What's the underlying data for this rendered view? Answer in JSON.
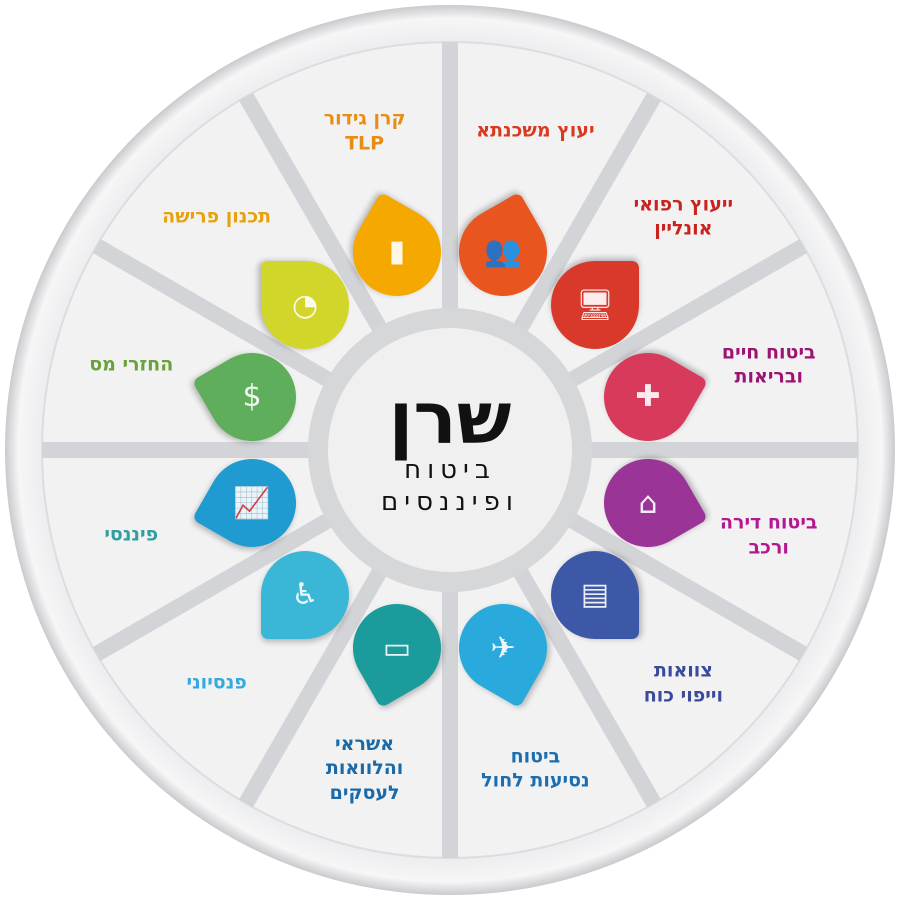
{
  "logo": {
    "name": "שרן",
    "line1": "ביטוח",
    "line2": "ופיננסים"
  },
  "items": [
    {
      "lines": [
        "יעוץ משכנתא"
      ],
      "color": "#e8551e",
      "text_color": "#d9391f",
      "icon": "meeting-icon",
      "glyph": "👥"
    },
    {
      "lines": [
        "ייעוץ רפואי",
        "אונליין"
      ],
      "color": "#d8392b",
      "text_color": "#c8231e",
      "icon": "medical-monitor-icon",
      "glyph": "🖥"
    },
    {
      "lines": [
        "ביטוח חיים",
        "ובריאות"
      ],
      "color": "#d83a5c",
      "text_color": "#9c1373",
      "icon": "health-cross-icon",
      "glyph": "✚"
    },
    {
      "lines": [
        "ביטוח דירה",
        "ורכב"
      ],
      "color": "#9a3497",
      "text_color": "#b31890",
      "icon": "house-icon",
      "glyph": "⌂"
    },
    {
      "lines": [
        "צוואות",
        "וייפוי כוח"
      ],
      "color": "#3d58a6",
      "text_color": "#3a4b9c",
      "icon": "document-icon",
      "glyph": "▤"
    },
    {
      "lines": [
        "ביטוח",
        "נסיעות לחול"
      ],
      "color": "#2aaadc",
      "text_color": "#1d6eb0",
      "icon": "airplane-icon",
      "glyph": "✈"
    },
    {
      "lines": [
        "אשראי",
        "והלוואות",
        "לעסקים"
      ],
      "color": "#1c9b9c",
      "text_color": "#1a6aa8",
      "icon": "credit-card-icon",
      "glyph": "▭"
    },
    {
      "lines": [
        "פנסיוני"
      ],
      "color": "#3ab7d6",
      "text_color": "#37a8e0",
      "icon": "rocking-chair-icon",
      "glyph": "♿"
    },
    {
      "lines": [
        "פיננסי"
      ],
      "color": "#1f9bd2",
      "text_color": "#2f9f9f",
      "icon": "growth-chart-icon",
      "glyph": "📈"
    },
    {
      "lines": [
        "החזרי מס"
      ],
      "color": "#5eae5c",
      "text_color": "#69a13a",
      "icon": "money-icon",
      "glyph": "$"
    },
    {
      "lines": [
        "תכנון פרישה"
      ],
      "color": "#d2d52a",
      "text_color": "#e6a10c",
      "icon": "gauge-icon",
      "glyph": "◔"
    },
    {
      "lines": [
        "קרן גידור",
        "TLP"
      ],
      "color": "#f5a800",
      "text_color": "#e98c12",
      "icon": "bar-chart-icon",
      "glyph": "▮"
    }
  ]
}
